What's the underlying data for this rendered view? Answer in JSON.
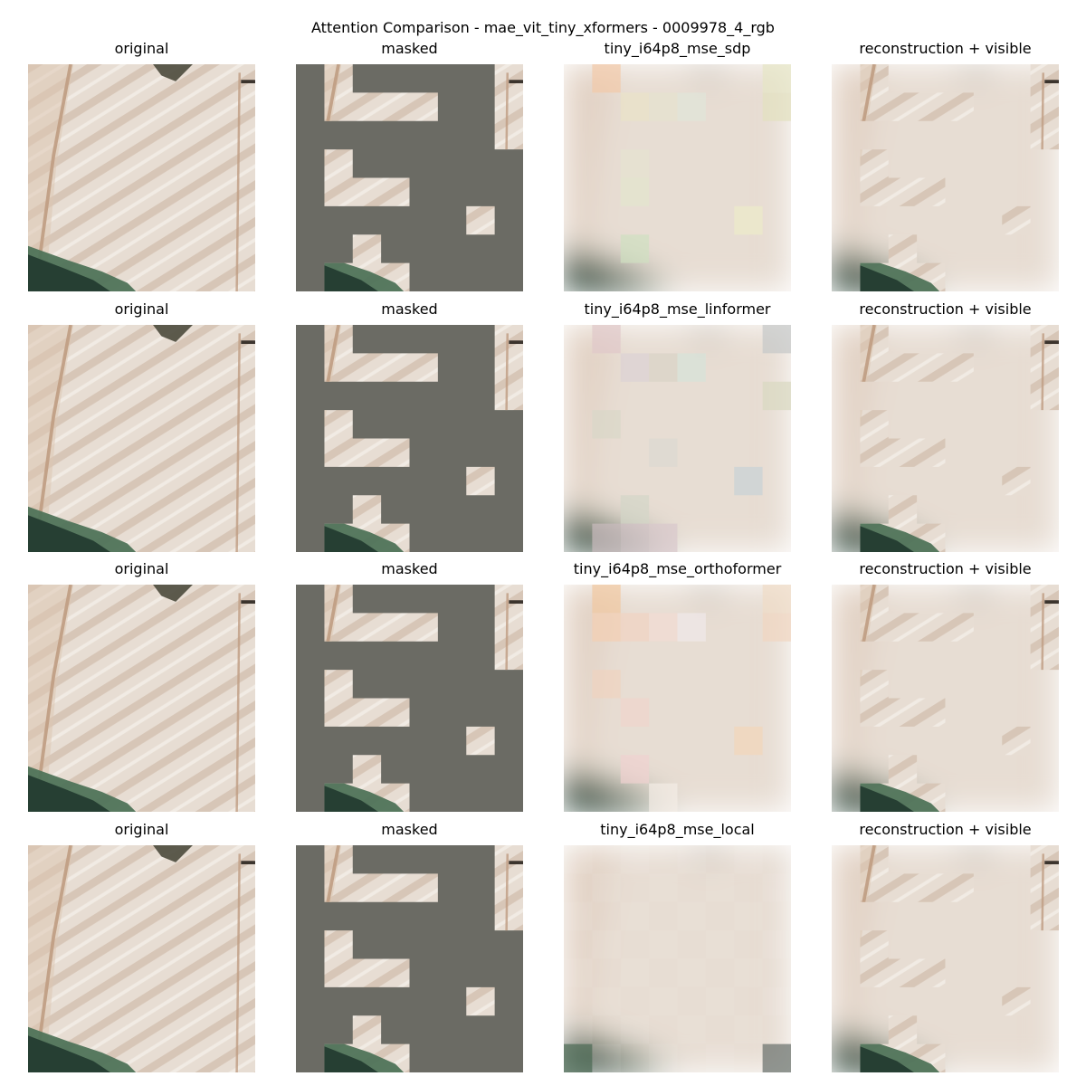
{
  "figure": {
    "title": "Attention Comparison - mae_vit_tiny_xformers - 0009978_4_rgb",
    "colors": {
      "mask_gray": "#6b6b64",
      "field_light": "#e7ddd3",
      "field_warm": "#dcc6b2",
      "stripe": "#c9b3a0",
      "vegetation_dark": "#243c30",
      "vegetation_green": "#4f7359",
      "road": "#bf9c82"
    },
    "rows": [
      {
        "panels": [
          {
            "title": "original",
            "kind": "original"
          },
          {
            "title": "masked",
            "kind": "masked"
          },
          {
            "title": "tiny_i64p8_mse_sdp",
            "kind": "recon-sdp"
          },
          {
            "title": "reconstruction + visible",
            "kind": "recon-visible"
          }
        ]
      },
      {
        "panels": [
          {
            "title": "original",
            "kind": "original"
          },
          {
            "title": "masked",
            "kind": "masked"
          },
          {
            "title": "tiny_i64p8_mse_linformer",
            "kind": "recon-linformer"
          },
          {
            "title": "reconstruction + visible",
            "kind": "recon-visible"
          }
        ]
      },
      {
        "panels": [
          {
            "title": "original",
            "kind": "original"
          },
          {
            "title": "masked",
            "kind": "masked"
          },
          {
            "title": "tiny_i64p8_mse_orthoformer",
            "kind": "recon-orthoformer"
          },
          {
            "title": "reconstruction + visible",
            "kind": "recon-visible"
          }
        ]
      },
      {
        "panels": [
          {
            "title": "original",
            "kind": "original"
          },
          {
            "title": "masked",
            "kind": "masked"
          },
          {
            "title": "tiny_i64p8_mse_local",
            "kind": "recon-local"
          },
          {
            "title": "reconstruction + visible",
            "kind": "recon-visible"
          }
        ]
      }
    ]
  }
}
